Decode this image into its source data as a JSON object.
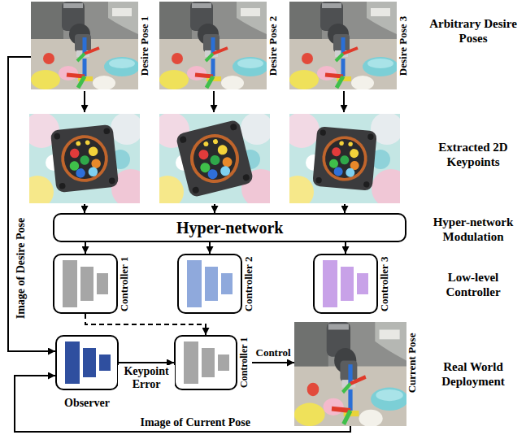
{
  "diagram": {
    "nodes": [
      {
        "text": [
          "Desire Pose 1"
        ]
      },
      {
        "text": [
          "Desire Pose 2"
        ]
      },
      {
        "text": [
          "Desire Pose 3"
        ]
      },
      {
        "text": [
          "Hyper-network"
        ]
      },
      {
        "text": [
          "Controller 1"
        ]
      },
      {
        "text": [
          "Controller 2"
        ]
      },
      {
        "text": [
          "Controller 3"
        ]
      },
      {
        "text": [
          "Observer"
        ]
      },
      {
        "text": [
          "Controller 1"
        ]
      },
      {
        "text": [
          "Current Pose"
        ]
      }
    ],
    "edges": [
      {
        "from": 3,
        "to": 4,
        "arrow": "to"
      },
      {
        "from": 3,
        "to": 5,
        "arrow": "to"
      },
      {
        "from": 3,
        "to": 6,
        "arrow": "to"
      },
      {
        "from": 4,
        "to": 8,
        "arrow": "to"
      },
      {
        "from": 7,
        "to": 8,
        "label": "Keypoint Error",
        "arrow": "to"
      },
      {
        "from": 8,
        "to": 9,
        "label": "Control",
        "arrow": "to"
      },
      {
        "from": 9,
        "to": 7,
        "label": "Image of Current Pose",
        "arrow": "to"
      },
      {
        "from": 0,
        "to": 7,
        "label": "Image of Desire Pose",
        "arrow": "to"
      }
    ],
    "labels": [
      "Arbitrary Desire Poses",
      "Extracted 2D Keypoints",
      "Hyper-network Modulation",
      "Low-level Controller",
      "Real World Deployment"
    ]
  }
}
